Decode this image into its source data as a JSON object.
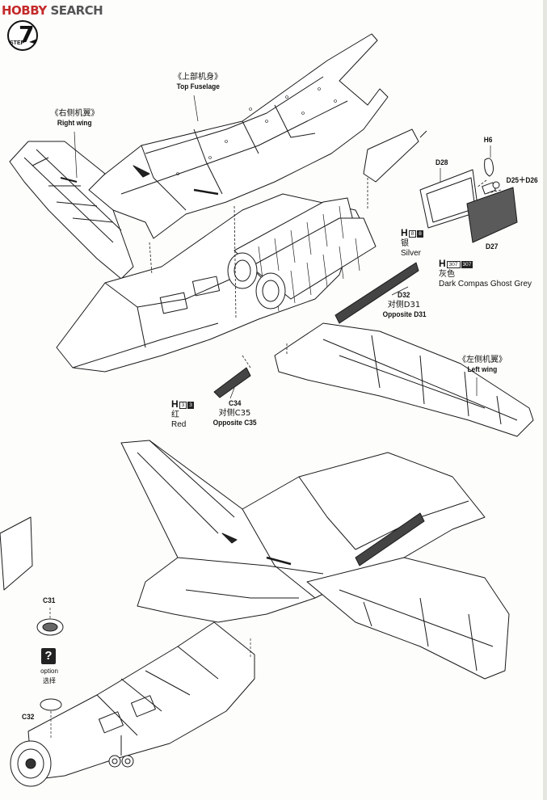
{
  "header": {
    "logo_a": "HOBBY",
    "logo_b": " SEARCH"
  },
  "step": {
    "number": "7",
    "label": "STEP"
  },
  "labels": {
    "top_fuselage_cn": "《上部机身》",
    "top_fuselage_en": "Top Fuselage",
    "right_wing_cn": "《右侧机翼》",
    "right_wing_en": "Right wing",
    "left_wing_cn": "《左侧机翼》",
    "left_wing_en": "Left wing",
    "h6": "H6",
    "d28": "D28",
    "d25_d26": "D25＋D26",
    "d27": "D27",
    "silver_h": "H",
    "silver_code1": "8",
    "silver_code2": "8",
    "silver_cn": "银",
    "silver_en": "Silver",
    "grey_h": "H",
    "grey_code1": "307",
    "grey_code2": "307",
    "grey_cn": "灰色",
    "grey_en": "Dark Compas Ghost Grey",
    "d32": "D32",
    "d32_opp_cn": "对侧D31",
    "d32_opp_en": "Opposite D31",
    "red_h": "H",
    "red_code1": "3",
    "red_code2": "3",
    "red_cn": "红",
    "red_en": "Red",
    "c34": "C34",
    "c34_opp_cn": "对侧C35",
    "c34_opp_en": "Opposite C35",
    "c31": "C31",
    "question": "?",
    "option_en": "option",
    "option_cn": "选择",
    "c32": "C32"
  },
  "colors": {
    "logo_red": "#c42a2a",
    "ink": "#111111",
    "paper": "#fdfdfb",
    "chip": "#222222"
  }
}
